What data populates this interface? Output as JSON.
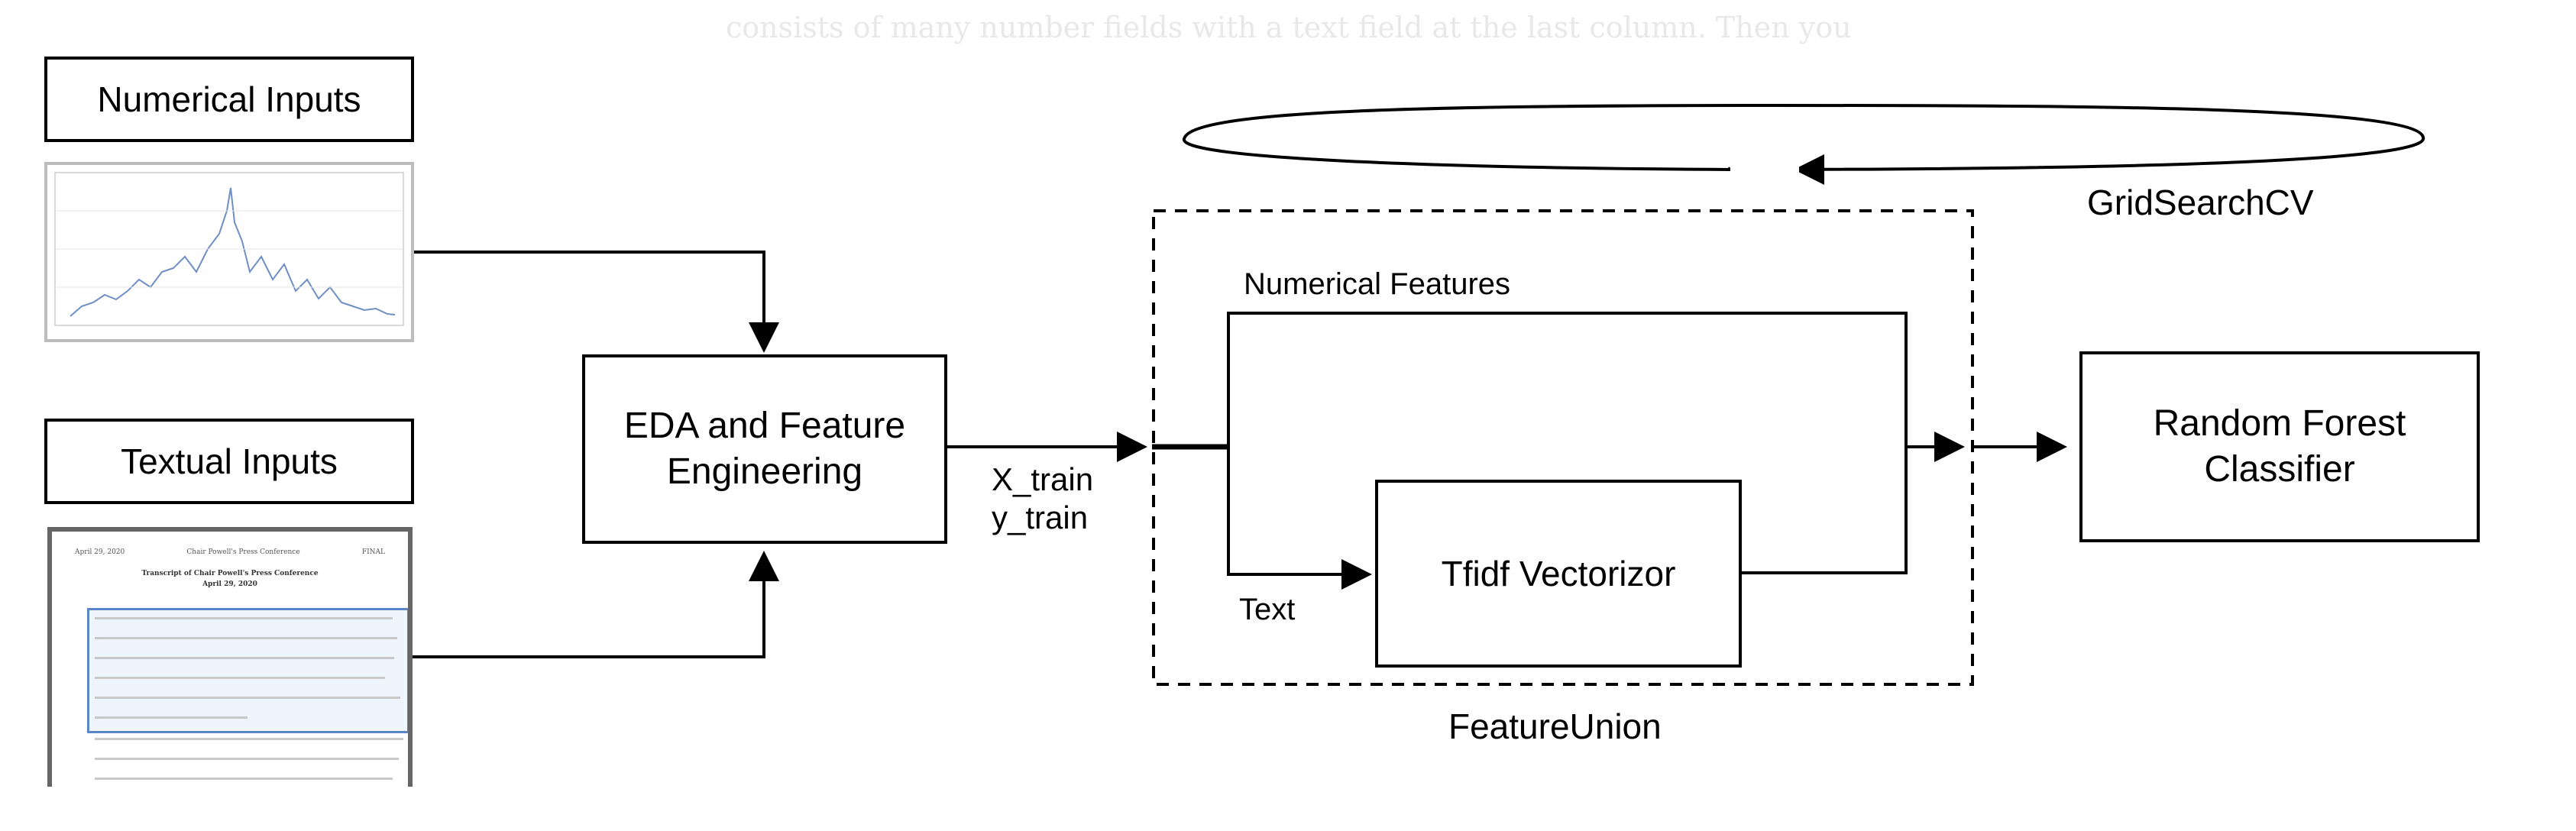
{
  "background_text": "consists of many number fields with a text field at the last column. Then you",
  "inputs": {
    "numerical_label": "Numerical Inputs",
    "textual_label": "Textual Inputs"
  },
  "document_thumbnail": {
    "date": "April 29, 2020",
    "header_title": "Chair Powell's Press Conference",
    "status": "FINAL",
    "title_line1": "Transcript of Chair Powell's Press Conference",
    "title_line2": "April 29, 2020"
  },
  "eda_box": {
    "line1": "EDA and Feature",
    "line2": "Engineering"
  },
  "train_labels": {
    "x": "X_train",
    "y": "y_train"
  },
  "feature_union": {
    "label": "FeatureUnion",
    "numerical_branch": "Numerical Features",
    "text_branch": "Text",
    "tfidf_box": "Tfidf Vectorizor"
  },
  "grid_search_label": "GridSearchCV",
  "classifier_box": {
    "line1": "Random Forest",
    "line2": "Classifier"
  },
  "colors": {
    "line": "#000000",
    "chart_line": "#6f8fc4",
    "highlight": "#5a86c7"
  }
}
